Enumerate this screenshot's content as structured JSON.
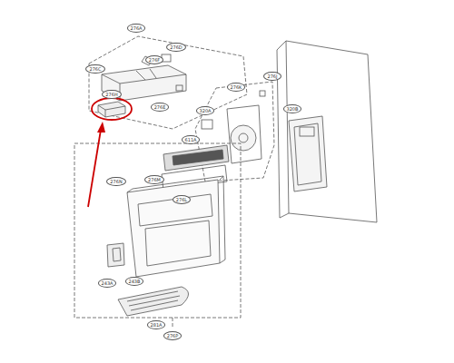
{
  "diagram": {
    "labels": [
      "276A",
      "276D",
      "276F",
      "276C",
      "276E",
      "276H",
      "276J",
      "276K",
      "320A",
      "320B",
      "611A",
      "276L",
      "276M",
      "276N",
      "243A",
      "243B",
      "281A",
      "276P"
    ]
  }
}
